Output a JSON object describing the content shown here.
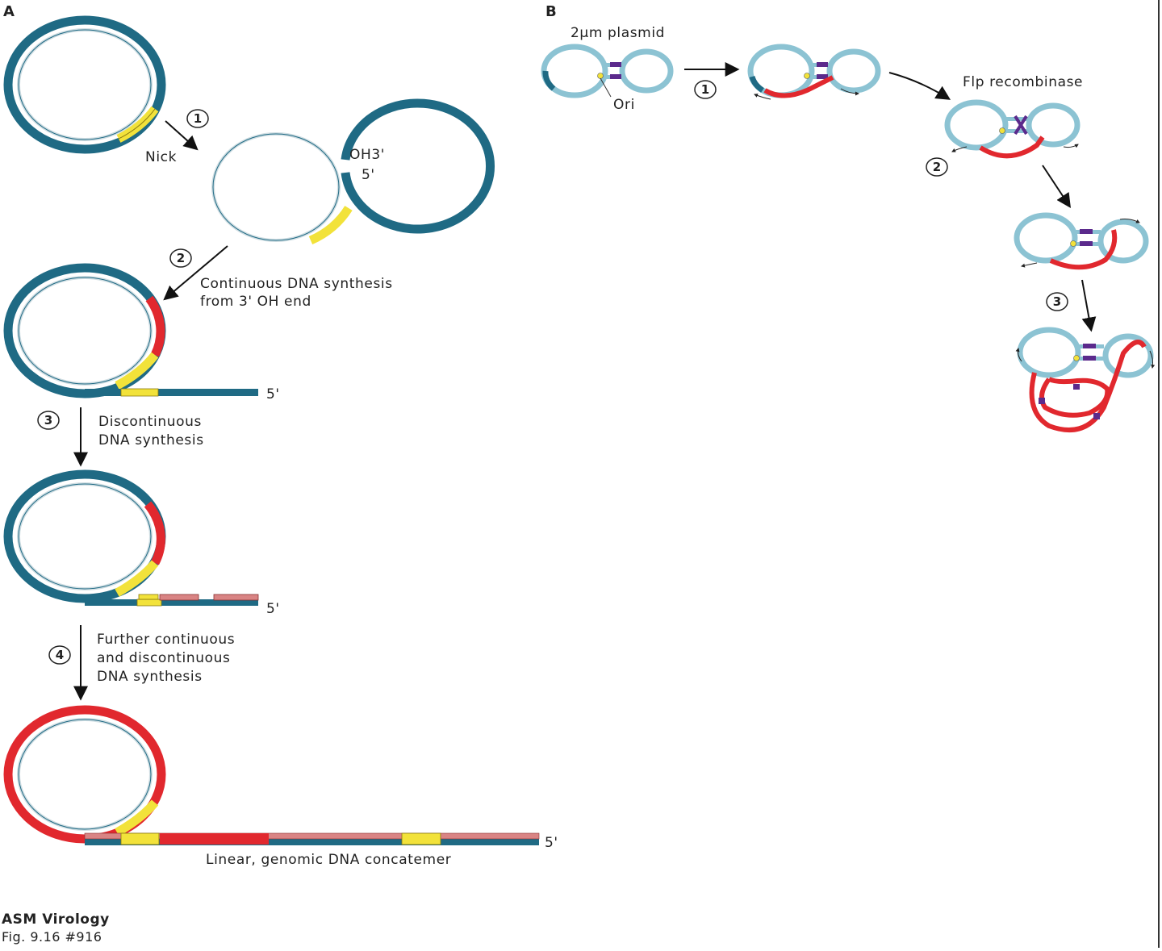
{
  "colors": {
    "dark_teal": "#1f6a84",
    "light_teal": "#8cc3d3",
    "inner_gray": "#cfdde2",
    "yellow": "#f2e23a",
    "red": "#e1282e",
    "pink": "#d98484",
    "purple": "#5b2a8c"
  },
  "panel_a": {
    "letter": "A",
    "step1": "1",
    "step2": "2",
    "step3": "3",
    "step4": "4",
    "nick": "Nick",
    "oh3": "OH3'",
    "five_prime": "5'",
    "continuous_line1": "Continuous DNA synthesis",
    "continuous_line2": "from 3' OH end",
    "discontinuous_line1": "Discontinuous",
    "discontinuous_line2": "DNA synthesis",
    "further_line1": "Further continuous",
    "further_line2": "and discontinuous",
    "further_line3": "DNA synthesis",
    "concatemer": "Linear, genomic DNA concatemer"
  },
  "panel_b": {
    "letter": "B",
    "plasmid": "2µm plasmid",
    "ori": "Ori",
    "flp": "Flp recombinase",
    "step1": "1",
    "step2": "2",
    "step3": "3"
  },
  "footer": {
    "title": "ASM Virology",
    "fig": "Fig. 9.16 #916"
  }
}
